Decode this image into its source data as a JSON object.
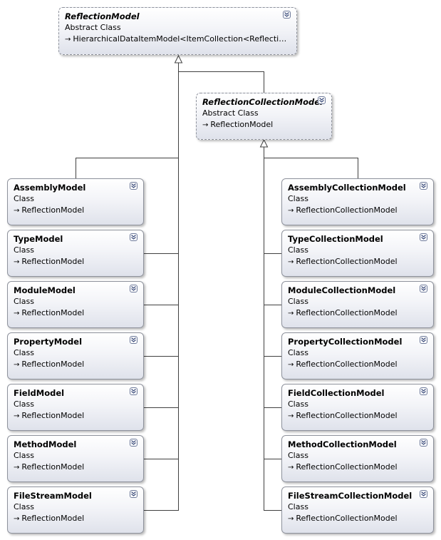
{
  "root": {
    "name": "ReflectionModel",
    "kind": "Abstract Class",
    "base": "HierarchicalDataItemModel<ItemCollection<ReflectionModel..."
  },
  "collection_root": {
    "name": "ReflectionCollectionModel",
    "kind": "Abstract Class",
    "base": "ReflectionModel"
  },
  "left_classes": [
    {
      "name": "AssemblyModel",
      "kind": "Class",
      "base": "ReflectionModel"
    },
    {
      "name": "TypeModel",
      "kind": "Class",
      "base": "ReflectionModel"
    },
    {
      "name": "ModuleModel",
      "kind": "Class",
      "base": "ReflectionModel"
    },
    {
      "name": "PropertyModel",
      "kind": "Class",
      "base": "ReflectionModel"
    },
    {
      "name": "FieldModel",
      "kind": "Class",
      "base": "ReflectionModel"
    },
    {
      "name": "MethodModel",
      "kind": "Class",
      "base": "ReflectionModel"
    },
    {
      "name": "FileStreamModel",
      "kind": "Class",
      "base": "ReflectionModel"
    }
  ],
  "right_classes": [
    {
      "name": "AssemblyCollectionModel",
      "kind": "Class",
      "base": "ReflectionCollectionModel"
    },
    {
      "name": "TypeCollectionModel",
      "kind": "Class",
      "base": "ReflectionCollectionModel"
    },
    {
      "name": "ModuleCollectionModel",
      "kind": "Class",
      "base": "ReflectionCollectionModel"
    },
    {
      "name": "PropertyCollectionModel",
      "kind": "Class",
      "base": "ReflectionCollectionModel"
    },
    {
      "name": "FieldCollectionModel",
      "kind": "Class",
      "base": "ReflectionCollectionModel"
    },
    {
      "name": "MethodCollectionModel",
      "kind": "Class",
      "base": "ReflectionCollectionModel"
    },
    {
      "name": "FileStreamCollectionModel",
      "kind": "Class",
      "base": "ReflectionCollectionModel"
    }
  ],
  "colors": {
    "border": "#8e929c",
    "line": "#404040",
    "toggle": "#3a4a7a"
  },
  "icons": {
    "toggle": "double-chevron-down-icon",
    "inheritance": "arrow-right-icon"
  }
}
